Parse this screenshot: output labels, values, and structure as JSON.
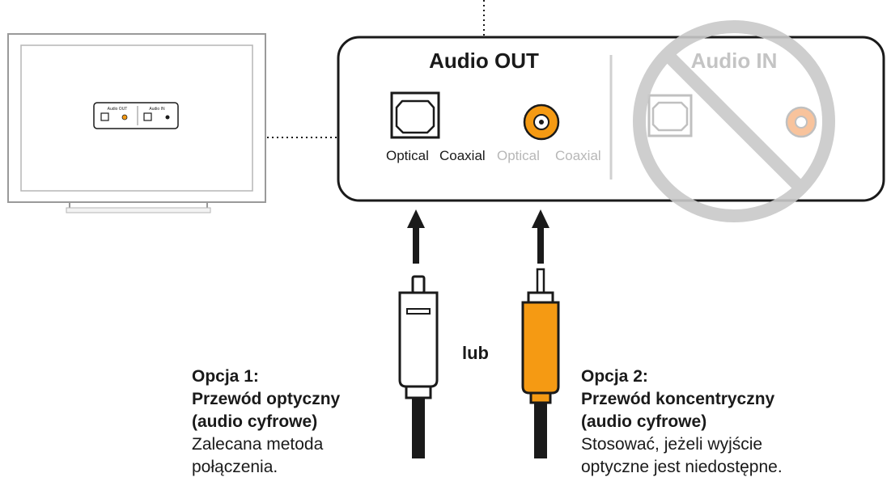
{
  "colors": {
    "stroke": "#1a1a1a",
    "coaxial_orange": "#f59a13",
    "disabled_gray": "#b7b7b7",
    "prohibit_gray": "#cccccc",
    "panel_border": "#1a1a1a"
  },
  "tv": {
    "mini_panel": {
      "out_label": "Audio OUT",
      "in_label": "Audio IN"
    }
  },
  "panel": {
    "audio_out": {
      "title": "Audio OUT",
      "optical_label": "Optical",
      "coaxial_label": "Coaxial"
    },
    "audio_in": {
      "title": "Audio IN",
      "optical_label": "Optical",
      "coaxial_label": "Coaxial",
      "status_icon": "prohibited-icon"
    }
  },
  "connector_word": "lub",
  "option1": {
    "heading": "Opcja 1:",
    "title_line1": "Przewód optyczny",
    "title_line2": "(audio cyfrowe)",
    "desc_line1": "Zalecana metoda",
    "desc_line2": "połączenia."
  },
  "option2": {
    "heading": "Opcja 2:",
    "title_line1": "Przewód koncentryczny",
    "title_line2": "(audio cyfrowe)",
    "desc_line1": "Stosować, jeżeli wyjście",
    "desc_line2": "optyczne jest niedostępne."
  },
  "icons": {
    "tv": "tv-icon",
    "optical_port": "optical-port-icon",
    "coaxial_port": "coaxial-port-icon",
    "optical_plug": "optical-plug-icon",
    "coaxial_plug": "coaxial-plug-icon",
    "arrow": "arrow-up-icon"
  }
}
